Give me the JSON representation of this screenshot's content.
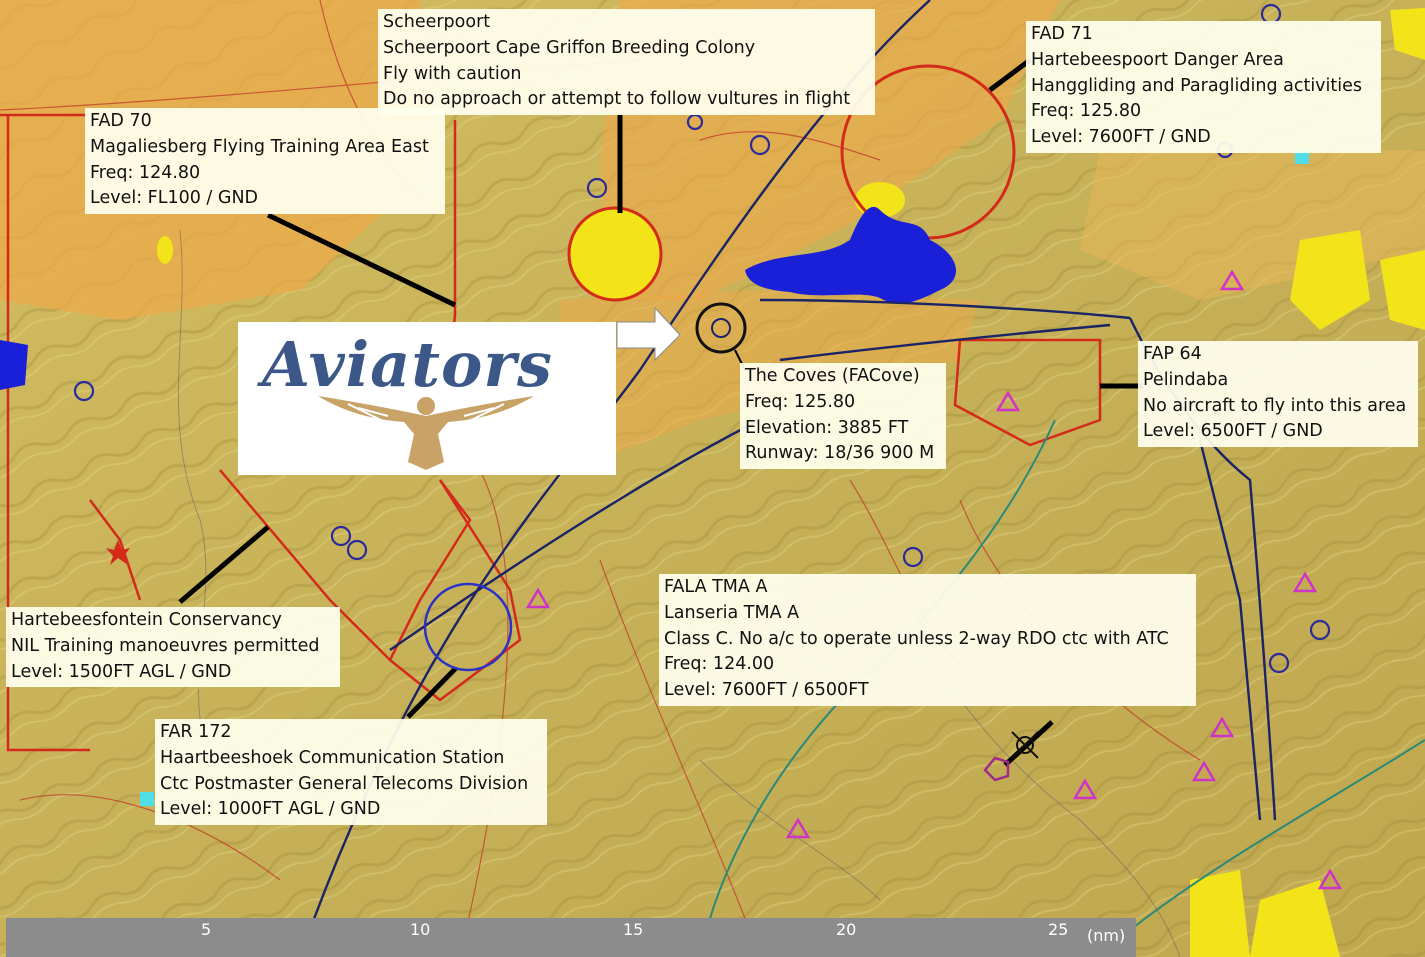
{
  "logo": {
    "text": "Aviators"
  },
  "labels": [
    {
      "id": "scheerpoort",
      "lines": [
        "Scheerpoort",
        "Scheerpoort Cape Griffon Breeding Colony",
        "Fly with caution",
        "Do no approach or attempt to follow vultures in flight"
      ]
    },
    {
      "id": "fad70",
      "lines": [
        "FAD 70",
        "Magaliesberg Flying Training Area East",
        "Freq: 124.80",
        "Level: FL100 / GND"
      ]
    },
    {
      "id": "fad71",
      "lines": [
        "FAD 71",
        "Hartebeespoort Danger Area",
        "Hanggliding and Paragliding activities",
        "Freq: 125.80",
        "Level: 7600FT / GND"
      ]
    },
    {
      "id": "fap64",
      "lines": [
        "FAP 64",
        "Pelindaba",
        "No aircraft to fly into this area",
        "Level: 6500FT / GND"
      ]
    },
    {
      "id": "coves",
      "lines": [
        "The Coves (FACove)",
        "Freq: 125.80",
        "Elevation: 3885 FT",
        "Runway: 18/36  900 M"
      ]
    },
    {
      "id": "hartebeesfontein",
      "lines": [
        "Hartebeesfontein Conservancy",
        "NIL Training manoeuvres permitted",
        "Level: 1500FT AGL / GND"
      ]
    },
    {
      "id": "fala",
      "lines": [
        "FALA TMA A",
        "Lanseria TMA A",
        "Class C. No a/c to operate unless 2-way RDO ctc with ATC",
        "Freq: 124.00",
        "Level: 7600FT / 6500FT"
      ]
    },
    {
      "id": "far172",
      "lines": [
        "FAR 172",
        "Haartbeeshoek Communication Station",
        "Ctc Postmaster General Telecoms Division",
        "Level: 1000FT AGL / GND"
      ]
    }
  ],
  "scale": {
    "ticks": [
      "5",
      "10",
      "15",
      "20",
      "25"
    ],
    "unit": "(nm)"
  },
  "colors": {
    "terrain": "#c9b45a",
    "restricted": "#d42a1a",
    "water": "#1a20d8",
    "zone_yellow": "#f2e418",
    "route": "#1a2466"
  }
}
